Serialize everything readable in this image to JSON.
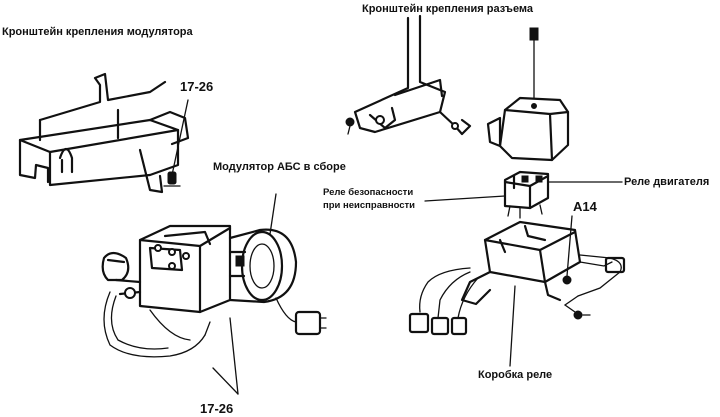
{
  "labels": {
    "modulator_bracket": "Кронштейн крепления модулятора",
    "torque_top": "17-26",
    "connector_bracket": "Кронштейн крепления разъема",
    "abs_modulator": "Модулятор АБС в сборе",
    "failsafe_relay_line1": "Реле безопасности",
    "failsafe_relay_line2": "при неисправности",
    "engine_relay": "Реле двигателя",
    "ground_point": "A14",
    "relay_box": "Коробка реле",
    "torque_bottom": "17-26"
  },
  "colors": {
    "ink": "#111111",
    "background": "#ffffff"
  }
}
